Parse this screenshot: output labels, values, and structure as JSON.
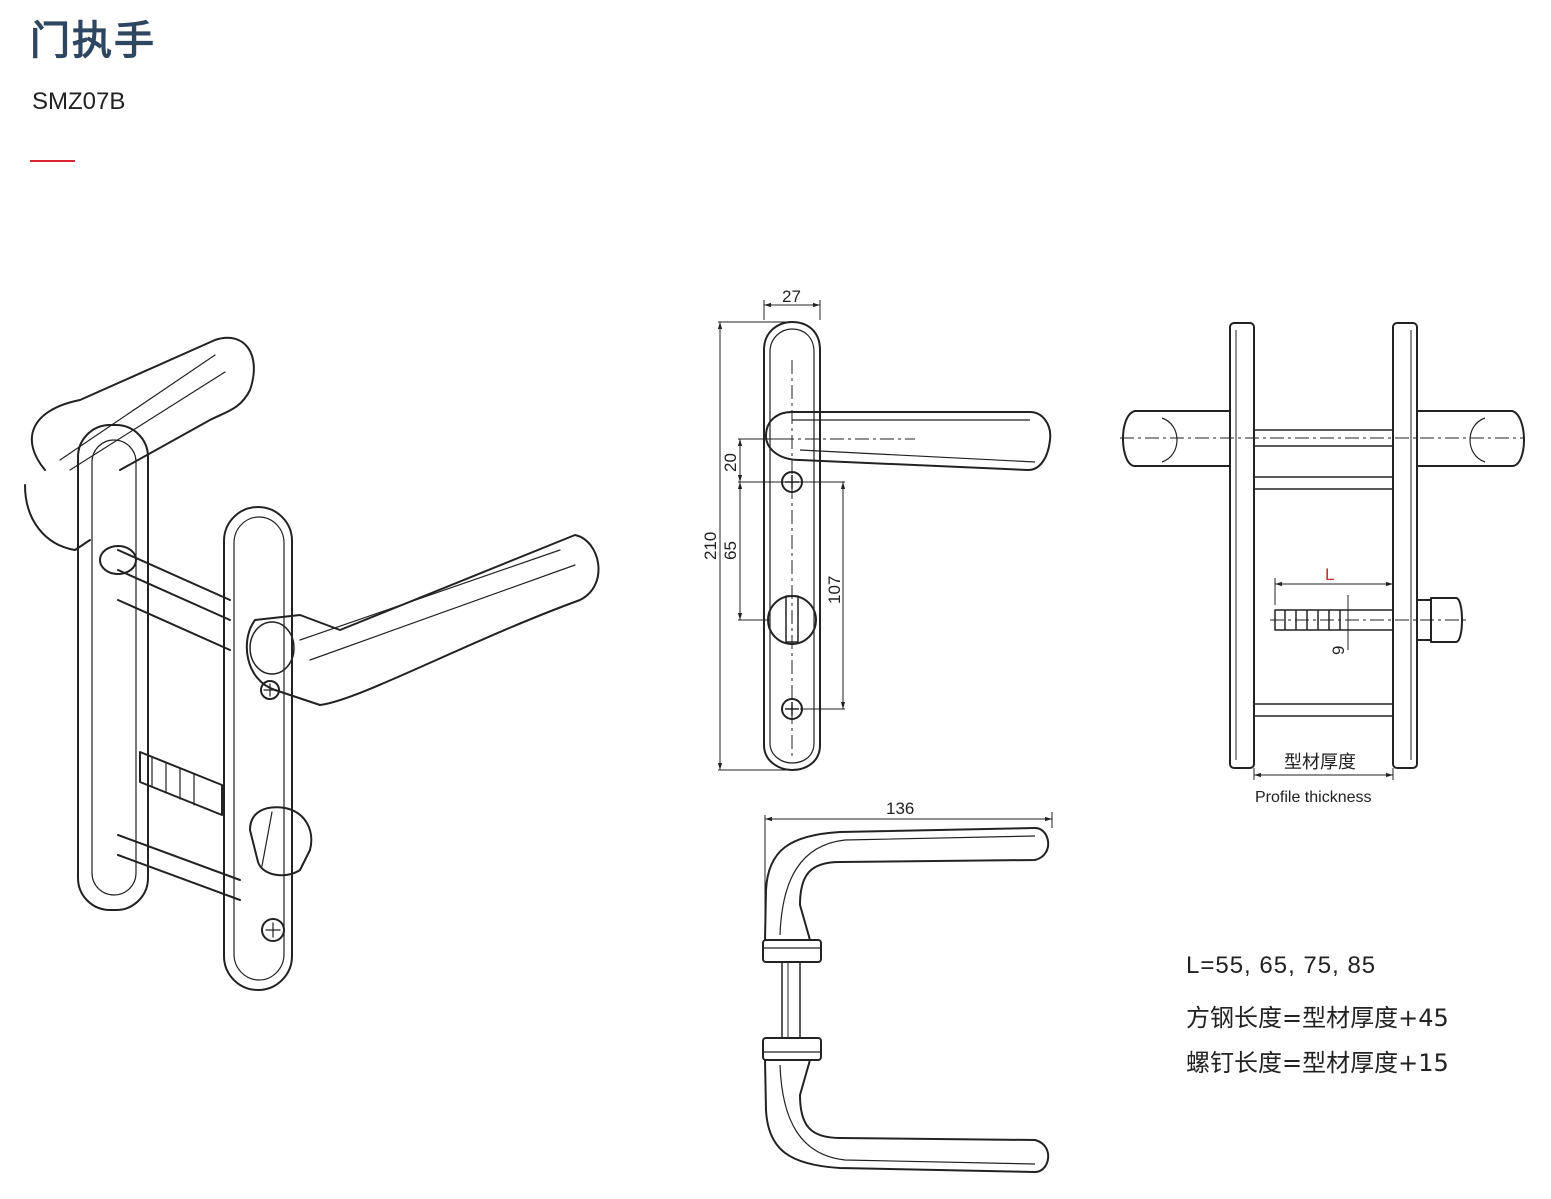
{
  "header": {
    "title": "门执手",
    "model": "SMZ07B"
  },
  "dimensions": {
    "plate_width": "27",
    "total_height": "210",
    "handle_offset": "20",
    "screw_to_cylinder": "65",
    "screw_spacing": "107",
    "handle_length": "136",
    "spindle_size": "9",
    "spindle_length_label": "L"
  },
  "labels": {
    "profile_cn": "型材厚度",
    "profile_en": "Profile thickness"
  },
  "notes": {
    "l_values": "L=55, 65, 75, 85",
    "spindle_formula": "方钢长度=型材厚度+45",
    "screw_formula": "螺钉长度=型材厚度+15"
  },
  "colors": {
    "title": "#2f4660",
    "accent": "#d9232e",
    "line": "#222222"
  }
}
